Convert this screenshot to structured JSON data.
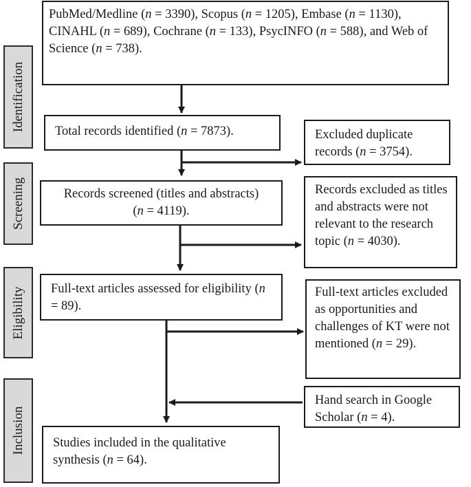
{
  "phases": {
    "identification": "Identification",
    "screening": "Screening",
    "eligibility": "Eligibility",
    "inclusion": "Inclusion"
  },
  "boxes": {
    "databases": {
      "t1": "PubMed/Medline (",
      "n1": "n",
      "t2": " = 3390), Scopus (",
      "n2": "n",
      "t3": " = 1205), Embase (",
      "n3": "n",
      "t4": " = 1130), CINAHL (",
      "n4": "n",
      "t5": " = 689), Cochrane (",
      "n5": "n",
      "t6": " = 133), PsycINFO (",
      "n6": "n",
      "t7": " = 588), and Web of Science (",
      "n7": "n",
      "t8": " = 738)."
    },
    "total": {
      "t1": "Total records identified (",
      "n": "n",
      "t2": " = 7873)."
    },
    "duplicates": {
      "t1": "Excluded duplicate records (",
      "n": "n",
      "t2": " = 3754)."
    },
    "screened": {
      "t1": "Records screened (titles and abstracts) (",
      "n": "n",
      "t2": " = 4119)."
    },
    "excluded_screen": {
      "t1": "Records excluded as titles and abstracts were not relevant to the research topic (",
      "n": "n",
      "t2": " = 4030)."
    },
    "fulltext": {
      "t1": "Full-text articles assessed for eligibility (",
      "n": "n",
      "t2": " = 89)."
    },
    "excluded_fulltext": {
      "t1": "Full-text articles excluded as opportunities and challenges of KT were not mentioned (",
      "n": "n",
      "t2": " = 29)."
    },
    "hand_search": {
      "t1": "Hand search in Google Scholar (",
      "n": "n",
      "t2": " = 4)."
    },
    "included": {
      "t1": "Studies included in the qualitative synthesis (",
      "n": "n",
      "t2": " = 64)."
    }
  }
}
